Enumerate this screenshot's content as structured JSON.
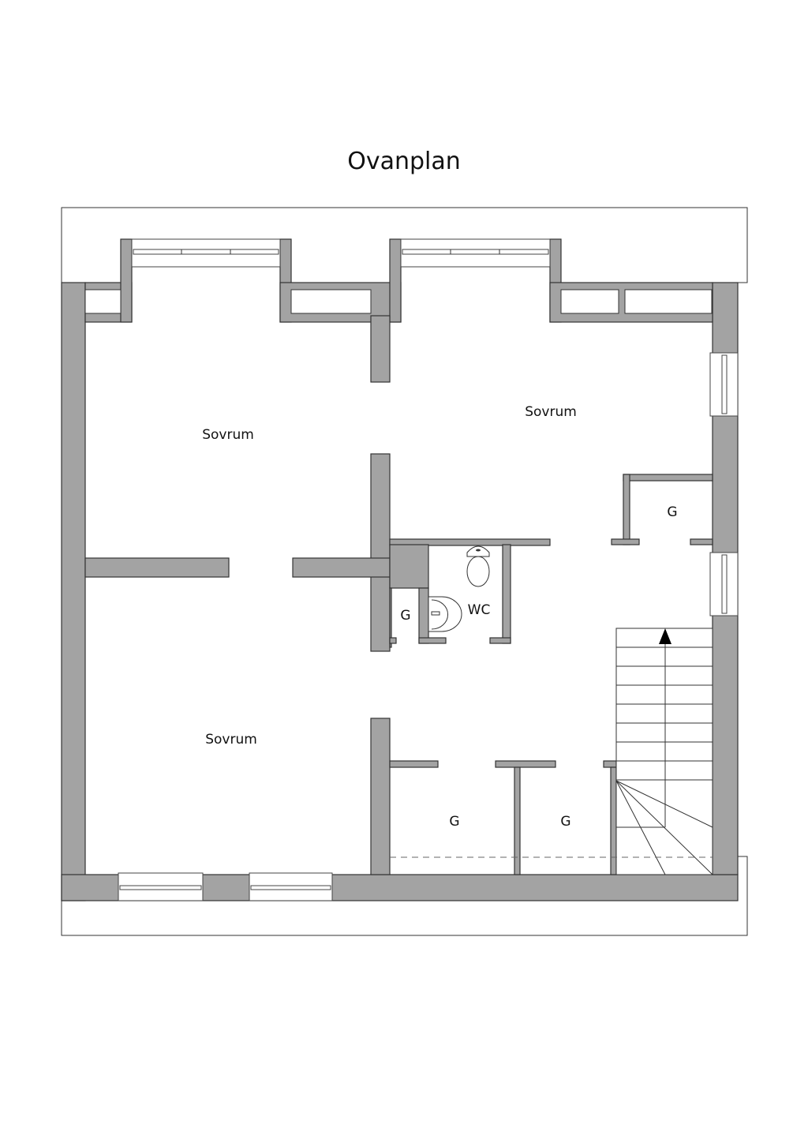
{
  "title": "Ovanplan",
  "rooms": [
    {
      "label": "Sovrum"
    },
    {
      "label": "Sovrum"
    },
    {
      "label": "Sovrum"
    },
    {
      "label": "G"
    },
    {
      "label": "G"
    },
    {
      "label": "WC"
    },
    {
      "label": "G"
    },
    {
      "label": "G"
    }
  ],
  "colors": {
    "wall": "#a3a3a3",
    "line": "#333333"
  }
}
